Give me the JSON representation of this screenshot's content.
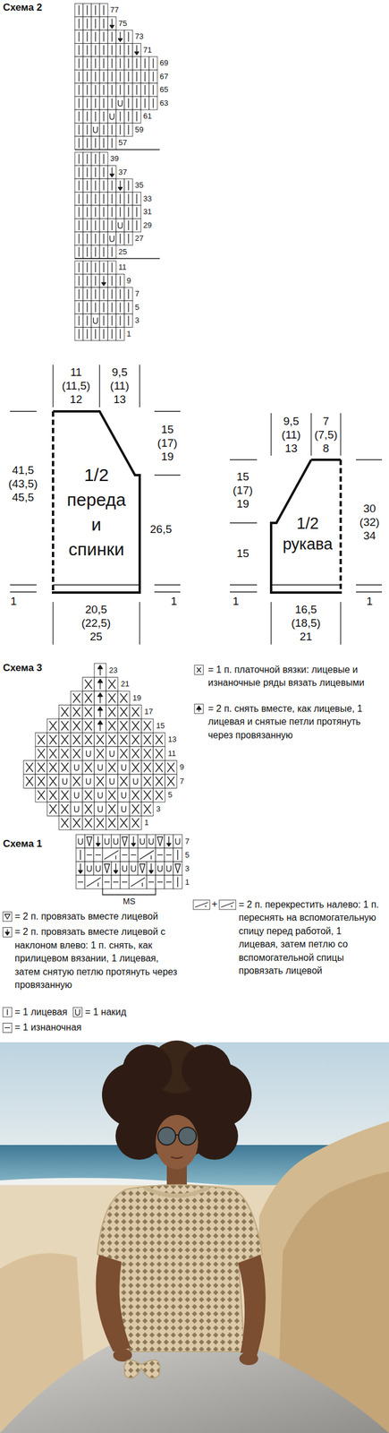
{
  "diagram": {
    "nodes": [
      {
        "text": [
          "1/2 переда и спинки"
        ]
      },
      {
        "text": [
          "1/2 рукава"
        ]
      }
    ],
    "labels": [
      "Схема 2",
      "77",
      "75",
      "73",
      "71",
      "69",
      "67",
      "65",
      "63",
      "61",
      "59",
      "57",
      "39",
      "37",
      "35",
      "33",
      "31",
      "29",
      "27",
      "25",
      "11",
      "9",
      "7",
      "5",
      "3",
      "1",
      "11 (11,5) 12",
      "9,5 (11) 13",
      "15 (17) 19",
      "41,5 (43,5) 45,5",
      "26,5",
      "1",
      "1",
      "20,5 (22,5) 25",
      "9,5 (11) 13",
      "7 (7,5) 8",
      "15 (17) 19",
      "15",
      "30 (32) 34",
      "1",
      "1",
      "16,5 (18,5) 21",
      "Схема 3",
      "23",
      "21",
      "19",
      "17",
      "15",
      "13",
      "11",
      "9",
      "7",
      "5",
      "3",
      "1",
      "Схема 1",
      "7",
      "5",
      "3",
      "1",
      "MS",
      "+"
    ],
    "legend": [
      {
        "text": "= 1 п. платочной вязки: лицевые и изнаночные ряды вязать лицевыми"
      },
      {
        "text": "= 2 п. снять вместе, как лицевые, 1 лицевая и снятые петли протянуть через провязанную"
      },
      {
        "text": "= 2 п. провязать вместе лицевой"
      },
      {
        "text": "= 2 п. провязать вместе лицевой с наклоном влево: 1 п. снять, как прилицевом вязании, 1 лицевая, затем снятую петлю протянуть через провязанную"
      },
      {
        "text": "= 1 лицевая"
      },
      {
        "text": "= 1 накид"
      },
      {
        "text": "= 1 изнаночная"
      },
      {
        "text": "= 2 п. перекрестить налево: 1 п. переснять на вспомогательную спицу перед работой, 1 лицевая, затем петлю со вспомогательной спицы провязать лицевой"
      }
    ]
  }
}
